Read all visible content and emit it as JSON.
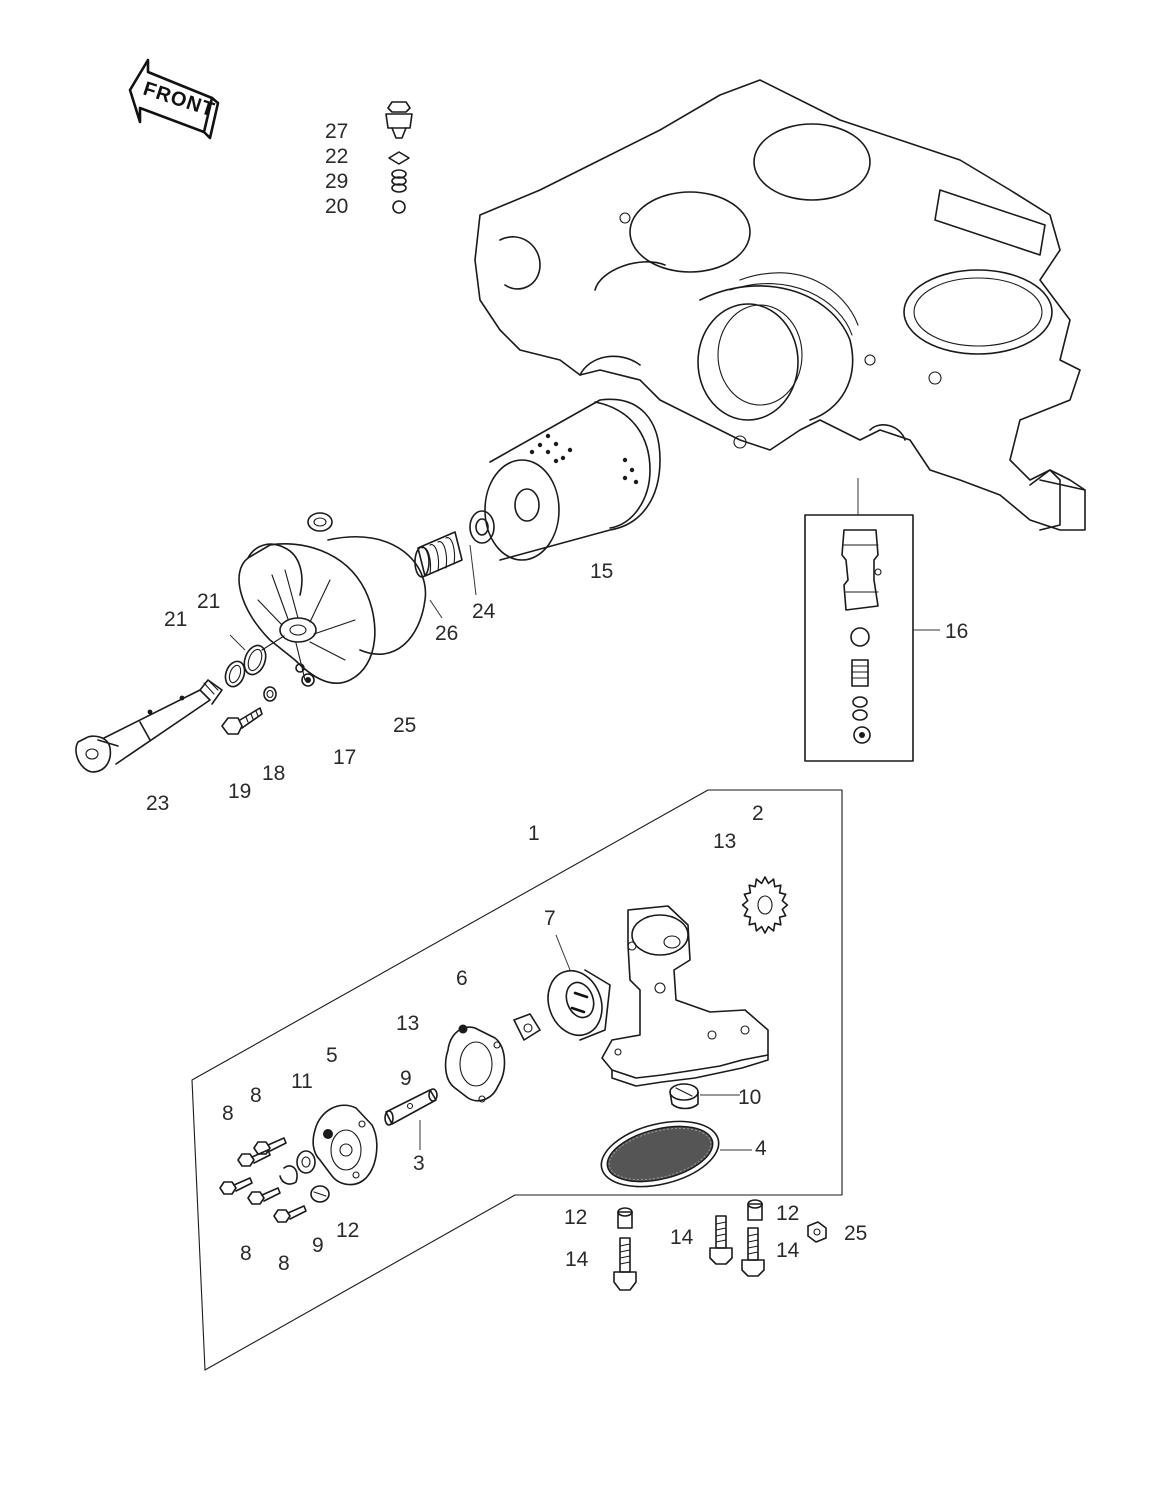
{
  "front_arrow": {
    "text": "FRONT"
  },
  "labels": {
    "p1": "1",
    "p2": "2",
    "p3": "3",
    "p4": "4",
    "p5": "5",
    "p6": "6",
    "p7": "7",
    "p8a": "8",
    "p8b": "8",
    "p8c": "8",
    "p8d": "8",
    "p9a": "9",
    "p9b": "9",
    "p10": "10",
    "p11": "11",
    "p12a": "12",
    "p12b": "12",
    "p12c": "12",
    "p13a": "13",
    "p13b": "13",
    "p14a": "14",
    "p14b": "14",
    "p14c": "14",
    "p15": "15",
    "p16": "16",
    "p17": "17",
    "p18": "18",
    "p19": "19",
    "p20": "20",
    "p21a": "21",
    "p21b": "21",
    "p22": "22",
    "p23": "23",
    "p24": "24",
    "p25a": "25",
    "p25b": "25",
    "p26": "26",
    "p27": "27",
    "p28": "26",
    "p29": "29"
  }
}
